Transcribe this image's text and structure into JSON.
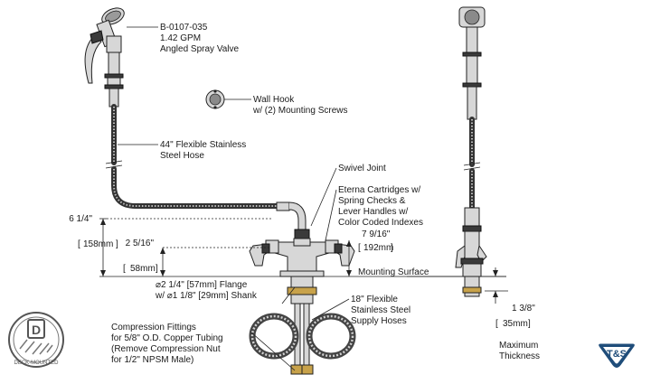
{
  "labels": {
    "part_number": "B-0107-035",
    "flow_rate": "1.42 GPM",
    "valve_name": "Angled Spray Valve",
    "wall_hook_1": "Wall Hook",
    "wall_hook_2": "w/ (2) Mounting Screws",
    "hose_1": "44\" Flexible Stainless",
    "hose_2": "Steel Hose",
    "swivel_joint": "Swivel Joint",
    "eterna_1": "Eterna Cartridges w/",
    "eterna_2": "Spring Checks &",
    "eterna_3": "Lever Handles w/",
    "eterna_4": "Color Coded Indexes",
    "mounting_surface": "Mounting Surface",
    "flange_1": "⌀2 1/4\" [57mm] Flange",
    "flange_2": "w/ ⌀1 1/8\" [29mm] Shank",
    "supply_1": "18\" Flexible",
    "supply_2": "Stainless Steel",
    "supply_3": "Supply Hoses",
    "comp_1": "Compression Fittings",
    "comp_2": "for 5/8\" O.D. Copper Tubing",
    "comp_3": "(Remove Compression Nut",
    "comp_4": "for 1/2\" NPSM Male)",
    "max_1": "Maximum",
    "max_2": "Thickness"
  },
  "dimensions": {
    "height_in": "6 1/4\"",
    "height_mm": "158mm",
    "center_in": "2 5/16\"",
    "center_mm": "58mm",
    "spread_in": "7 9/16\"",
    "spread_mm": "192mm",
    "thick_in": "1 3/8\"",
    "thick_mm": "35mm"
  },
  "badges": {
    "deck_letter": "D",
    "deck_text": "DECK-MOUNTED",
    "brand": "T&S"
  },
  "colors": {
    "brand_blue": "#1f4d7a",
    "line": "#222222"
  }
}
